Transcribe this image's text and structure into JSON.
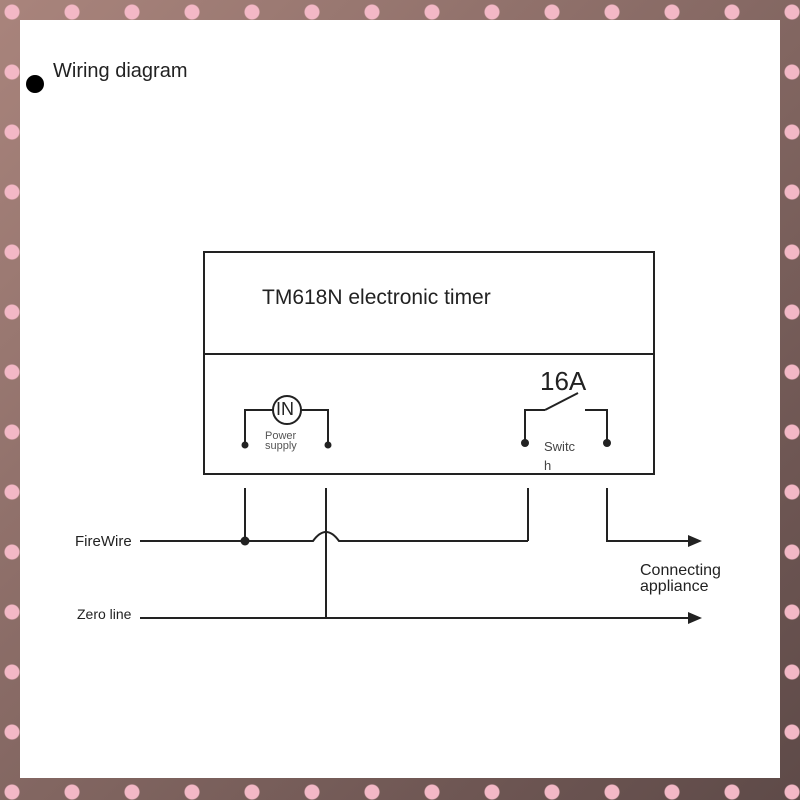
{
  "heading": "Wiring diagram",
  "diagram": {
    "timer_title": "TM618N electronic timer",
    "rating": "16A",
    "in_symbol": "IN",
    "power_label": "Power\nsupply",
    "switch_label": "Switc\nh",
    "firewire_label": "FireWire",
    "zero_line_label": "Zero line",
    "appliance_label": "Connecting\nappliance"
  }
}
